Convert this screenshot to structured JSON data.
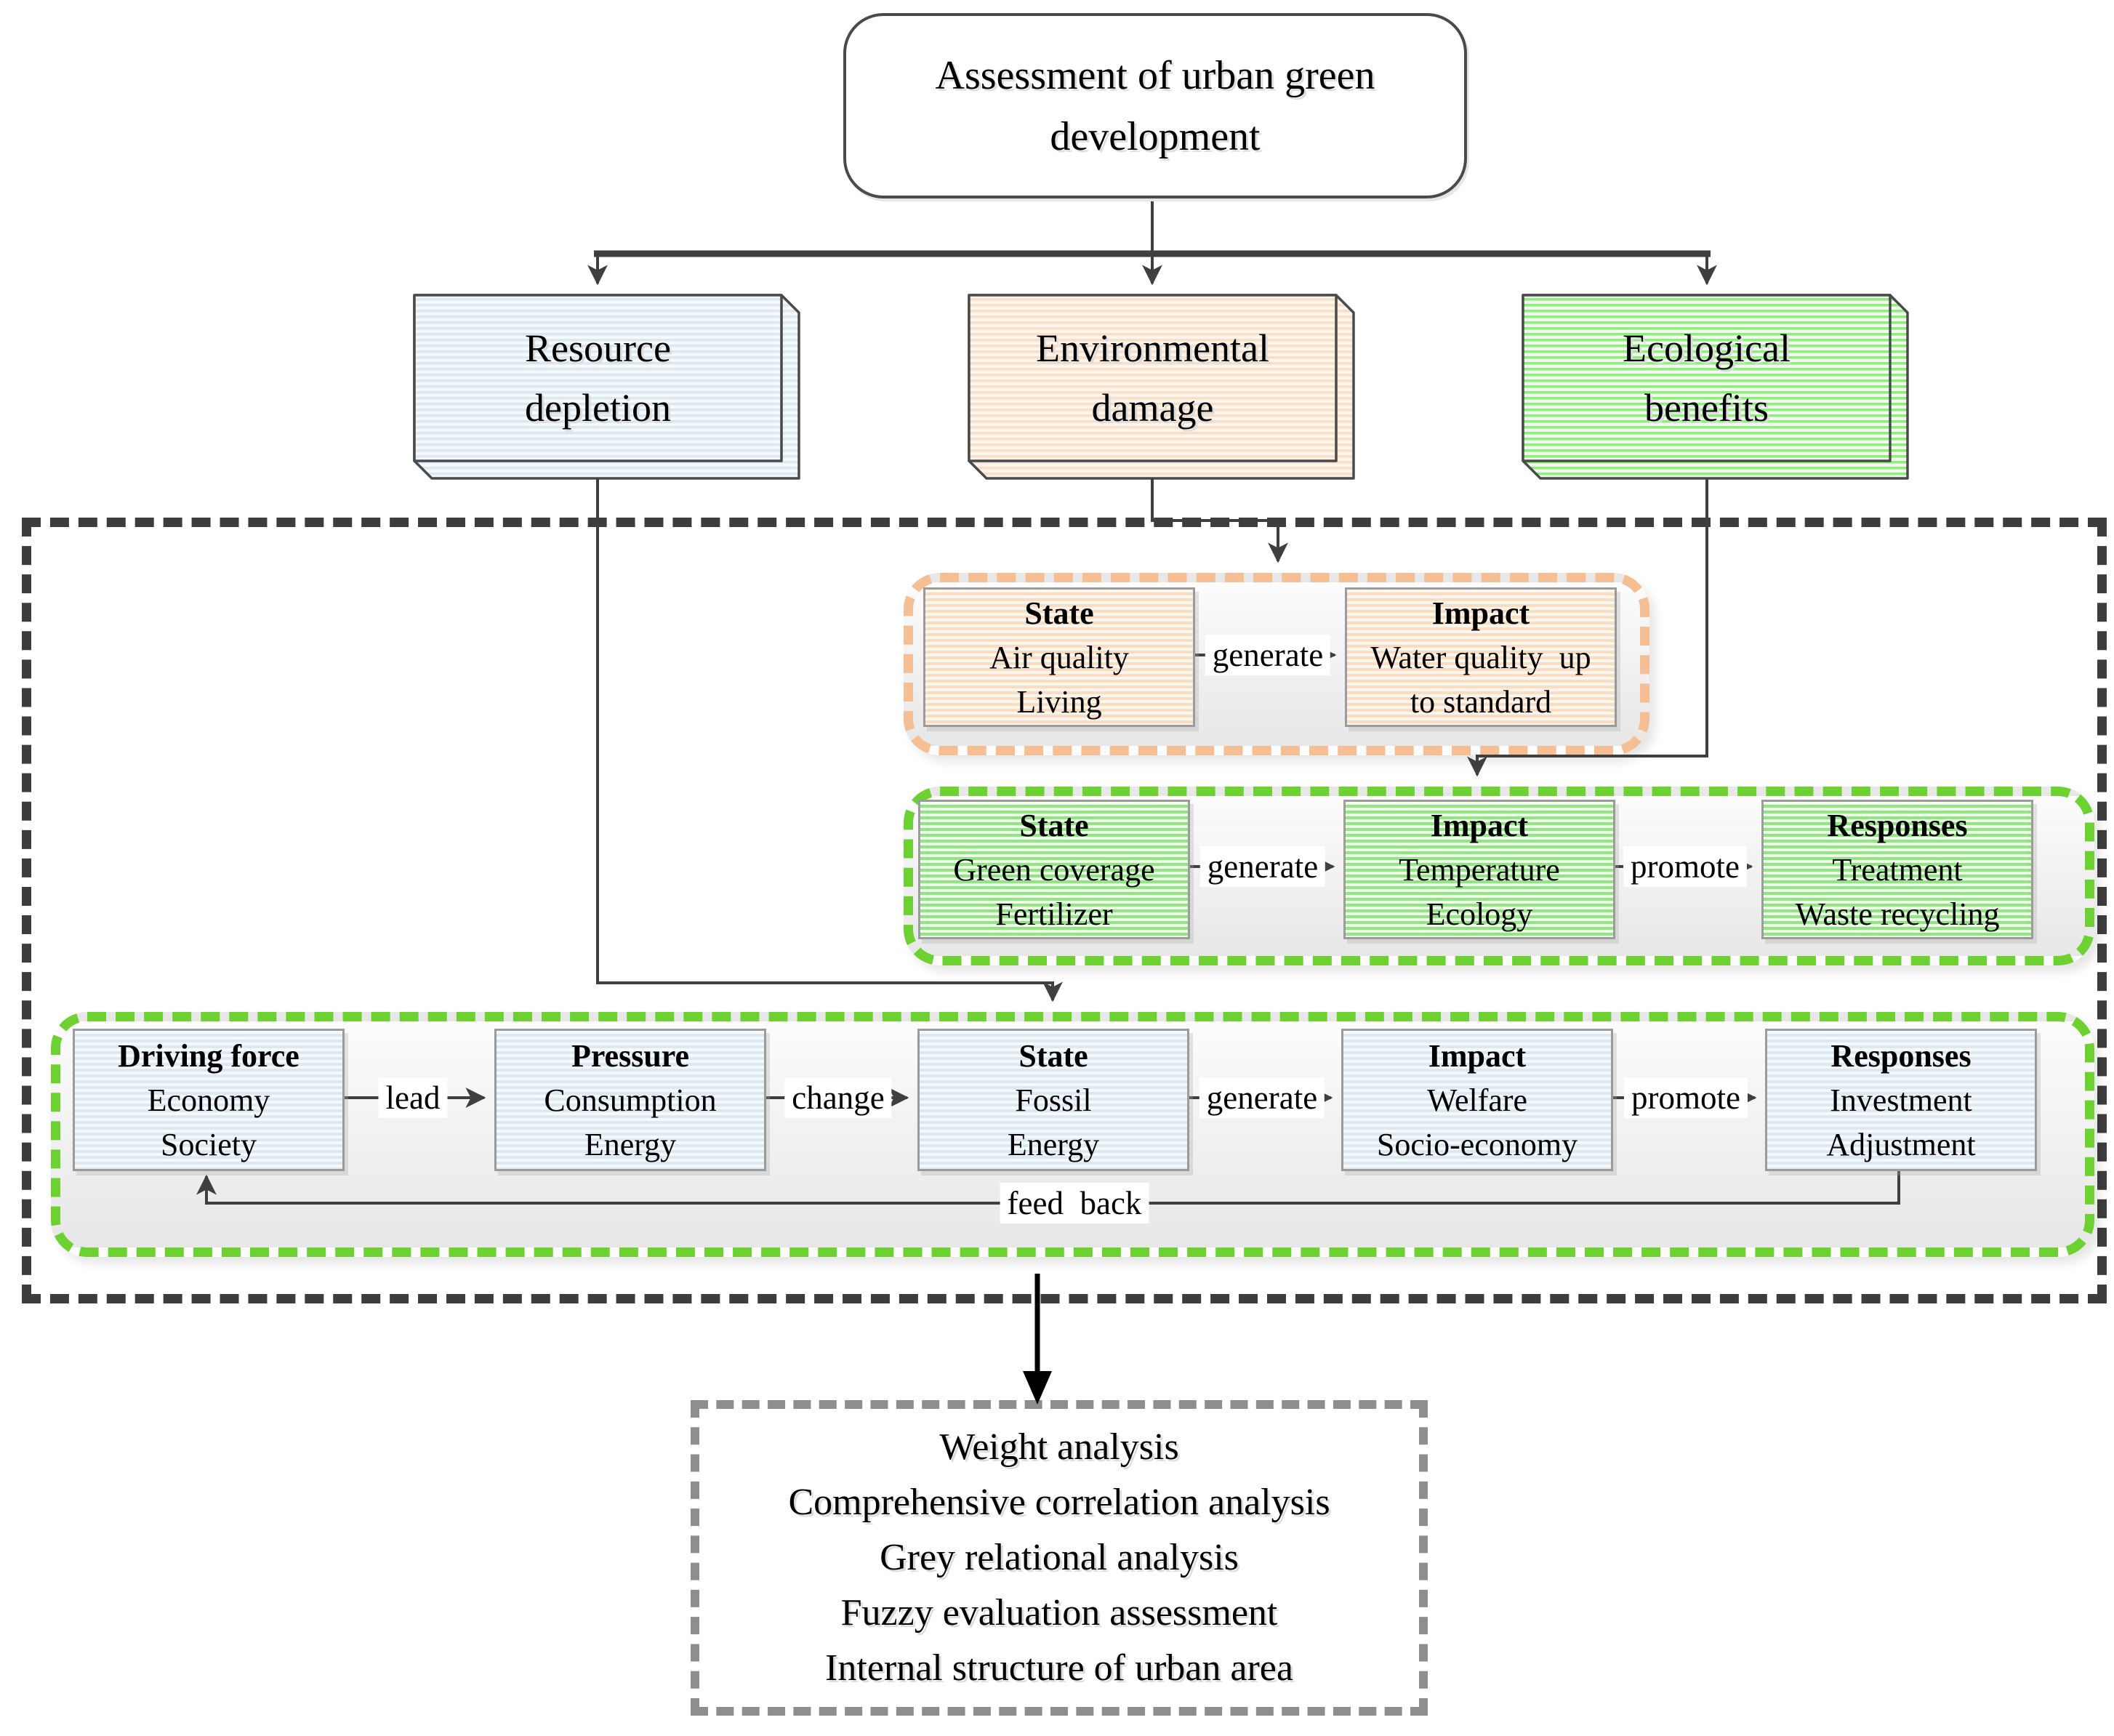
{
  "title_box": {
    "lines": [
      "Assessment of urban green",
      "development"
    ]
  },
  "category_boxes": [
    {
      "id": "resource",
      "lines": [
        "Resource",
        "depletion"
      ]
    },
    {
      "id": "environmental",
      "lines": [
        "Environmental",
        "damage"
      ]
    },
    {
      "id": "ecological",
      "lines": [
        "Ecological",
        "benefits"
      ]
    }
  ],
  "env_chain": {
    "state": {
      "title": "State",
      "lines": [
        "Air quality",
        "Living"
      ]
    },
    "impact": {
      "title": "Impact",
      "lines": [
        "Water quality  up",
        "to standard"
      ]
    },
    "connector_generate": "generate"
  },
  "eco_chain": {
    "state": {
      "title": "State",
      "lines": [
        "Green coverage",
        "Fertilizer"
      ]
    },
    "impact": {
      "title": "Impact",
      "lines": [
        "Temperature",
        "Ecology"
      ]
    },
    "responses": {
      "title": "Responses",
      "lines": [
        "Treatment",
        "Waste recycling"
      ]
    },
    "connector_generate": "generate",
    "connector_promote": "promote"
  },
  "dpsir_chain": {
    "driving_force": {
      "title": "Driving force",
      "lines": [
        "Economy",
        "Society"
      ]
    },
    "pressure": {
      "title": "Pressure",
      "lines": [
        "Consumption",
        "Energy"
      ]
    },
    "state": {
      "title": "State",
      "lines": [
        "Fossil",
        "Energy"
      ]
    },
    "impact": {
      "title": "Impact",
      "lines": [
        "Welfare",
        "Socio-economy"
      ]
    },
    "responses": {
      "title": "Responses",
      "lines": [
        "Investment",
        "Adjustment"
      ]
    },
    "connector_lead": "lead",
    "connector_change": "change",
    "connector_generate": "generate",
    "connector_promote": "promote",
    "feedback_label": "feed  back"
  },
  "analysis_box": {
    "lines": [
      "Weight analysis",
      "Comprehensive correlation analysis",
      "Grey relational analysis",
      "Fuzzy evaluation assessment",
      "Internal structure of urban area"
    ]
  },
  "colors": {
    "line": "#3f3f3f",
    "outer_dotted_border": "#3d3d3d",
    "orange_dashed_border": "#f6be93",
    "green_dashed_border": "#6dd231",
    "gray_dashed_border": "#8e8e8e",
    "blue_stripe": "#dce9f3",
    "peach_stripe": "#f9ddc2",
    "green_stripe": "#8cea7c"
  }
}
